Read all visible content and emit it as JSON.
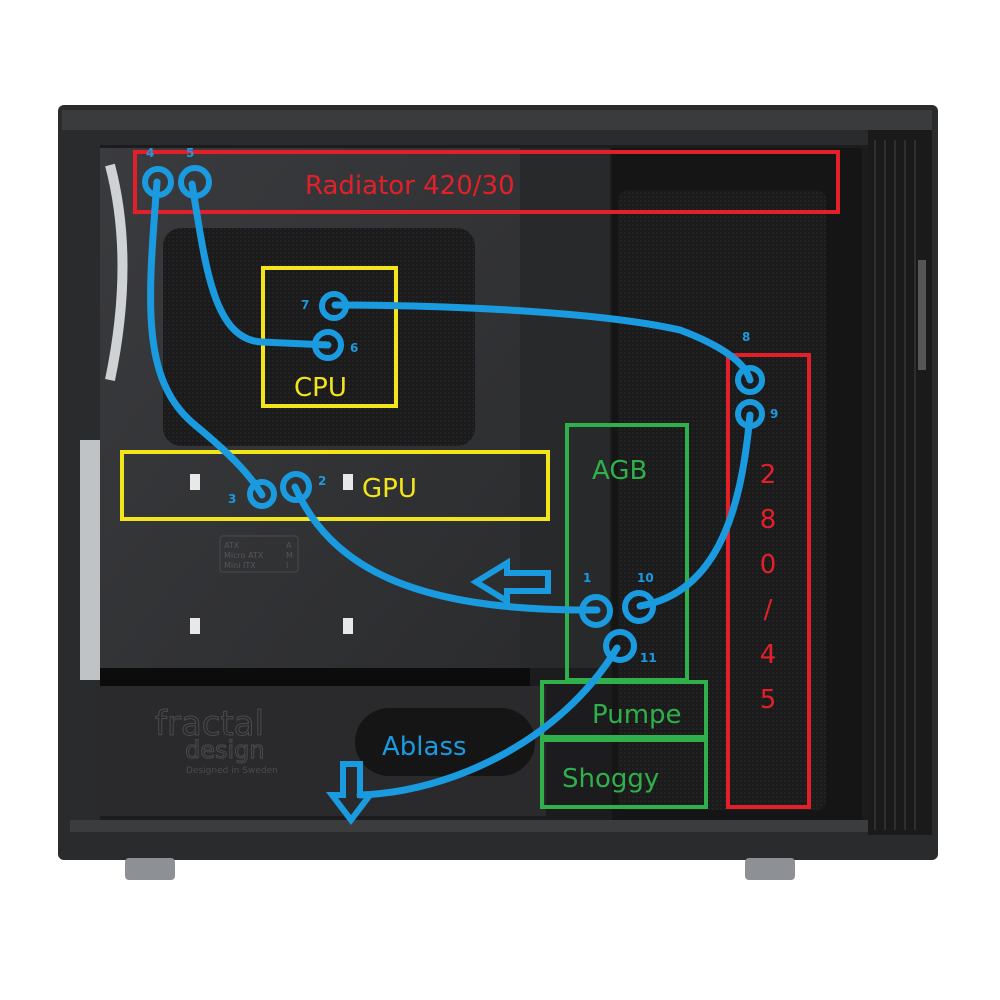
{
  "labels": {
    "radiator_top": "Radiator 420/30",
    "cpu": "CPU",
    "gpu": "GPU",
    "reservoir": "AGB",
    "pump": "Pumpe",
    "pump_top": "Shoggy",
    "radiator_front": [
      "2",
      "8",
      "0",
      "/",
      "4",
      "5"
    ],
    "drain": "Ablass"
  },
  "ports": [
    "1",
    "2",
    "3",
    "4",
    "5",
    "6",
    "7",
    "8",
    "9",
    "10",
    "11"
  ],
  "case_branding": {
    "logo_line1": "fractal",
    "logo_line2": "design",
    "tagline": "Designed in Sweden",
    "form_factors": [
      {
        "name": "ATX",
        "code": "A"
      },
      {
        "name": "Micro ATX",
        "code": "M"
      },
      {
        "name": "Mini ITX",
        "code": "I"
      }
    ]
  },
  "colors": {
    "tube": "#1a9be0",
    "radiator": "#e3202a",
    "component": "#f2e51c",
    "reservoir_pump": "#2fb04a"
  }
}
